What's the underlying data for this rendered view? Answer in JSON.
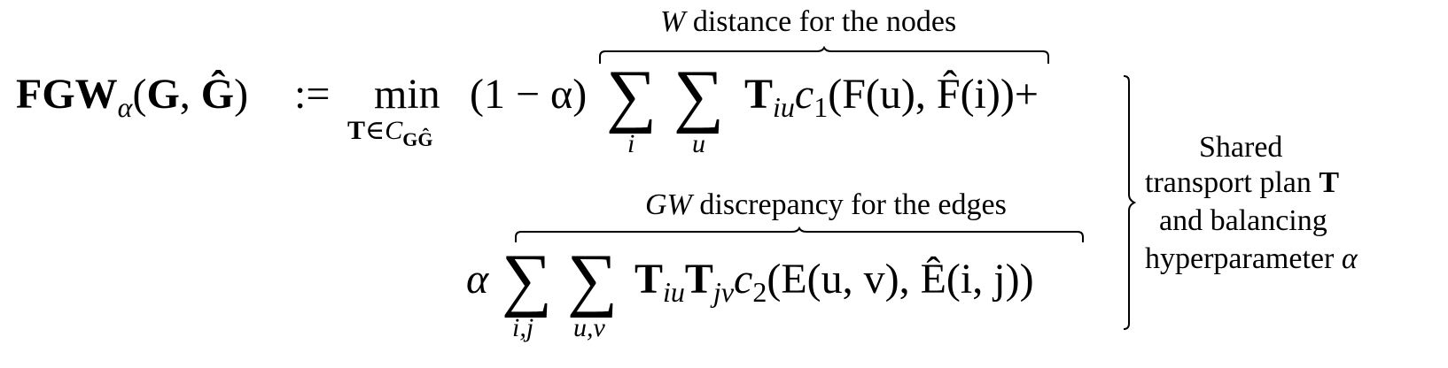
{
  "lhs": {
    "fgw": "FGW",
    "alpha_sub": "α",
    "args_open": "(",
    "g": "G",
    "comma": ", ",
    "ghat": "Ĝ",
    "args_close": ")",
    "assign": ":="
  },
  "min_op": {
    "label": "min",
    "sub_T": "T",
    "sub_in": "∈",
    "sub_C": "C",
    "sub_GG": "GĜ"
  },
  "node_term": {
    "prefix": "(1 − α)",
    "sum1_index": "i",
    "sum2_index": "u",
    "T": "T",
    "T_sub": "iu",
    "c": "c",
    "c_sub": "1",
    "body": "(F(u), F̂(i))+",
    "brace_label_script": "W",
    "brace_label_text": " distance for the nodes"
  },
  "edge_term": {
    "prefix": "α",
    "sum1_index": "i,j",
    "sum2_index": "u,v",
    "T1": "T",
    "T1_sub": "iu",
    "T2": "T",
    "T2_sub": "jv",
    "c": "c",
    "c_sub": "2",
    "body": "(E(u, v), Ê(i, j))",
    "brace_label_script": "GW",
    "brace_label_text": " discrepancy for the edges"
  },
  "side_note": {
    "line1": "Shared",
    "line2": "transport plan ",
    "line2_bold": "T",
    "line3": "and balancing",
    "line4": "hyperparameter ",
    "line4_it": "α"
  },
  "sum_symbol": "∑"
}
